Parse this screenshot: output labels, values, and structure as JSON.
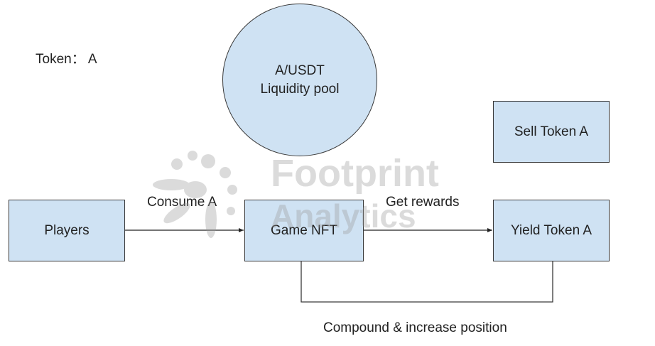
{
  "token_label": "Token： A",
  "pool": {
    "line1": "A/USDT",
    "line2": "Liquidity pool"
  },
  "sell_box": "Sell Token A",
  "players_box": "Players",
  "game_nft_box": "Game NFT",
  "yield_box": "Yield Token A",
  "edges": {
    "consume": "Consume A",
    "rewards": "Get rewards",
    "compound": "Compound & increase position"
  },
  "watermark": {
    "line1": "Footprint",
    "line2": "Analytics"
  },
  "colors": {
    "box_fill": "#cfe2f3",
    "stroke": "#3a3a3a",
    "watermark": "#9a9a9a"
  }
}
